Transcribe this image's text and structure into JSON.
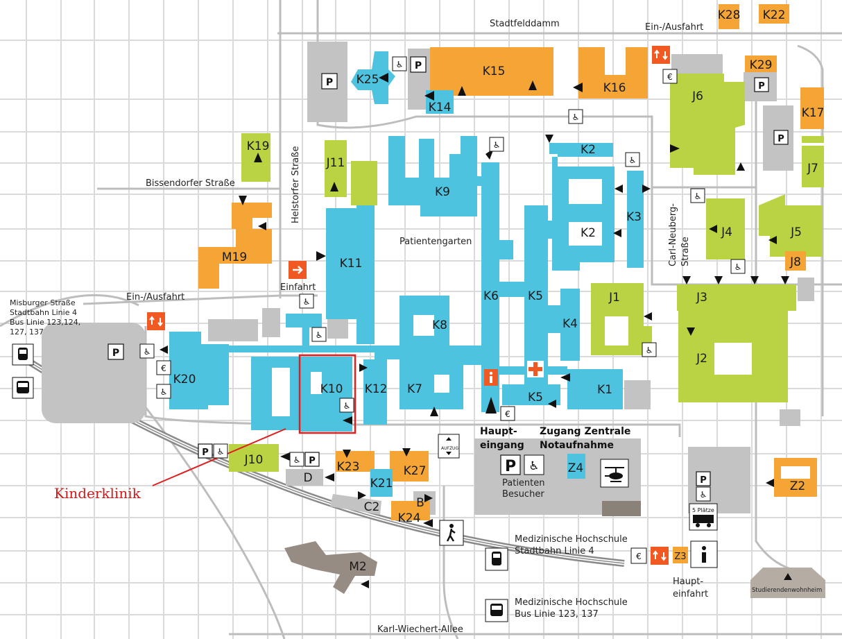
{
  "colors": {
    "clinic": "#4ec3df",
    "research": "#b9d343",
    "service": "#f4a535",
    "parking": "#c3c3c3",
    "road": "#d3d3d3",
    "grid": "#d9d9d9",
    "highlight": "#e02020",
    "marker": "#f05a22"
  },
  "icons": [
    "parking-icon",
    "accessible-parking-icon",
    "accessible-parking-paid-icon",
    "entry-exit-icon",
    "entrance-arrow-icon",
    "info-icon",
    "first-aid-cross-icon",
    "tram-icon",
    "bus-icon",
    "pedestrian-icon",
    "helipad-icon",
    "camper-icon",
    "elevator-icon"
  ],
  "streets": {
    "stadtfelddamm": "Stadtfelddamm",
    "bissendorfer": "Bissendorfer Straße",
    "helstorfer": "Helstorfer Straße",
    "carl_neuberg_1": "Carl-Neuberg-",
    "carl_neuberg_2": "Straße",
    "karl_wiechert": "Karl-Wiechert-Allee",
    "misburger_1": "Misburger Straße",
    "misburger_2": "Stadtbahn Linie 4",
    "misburger_3": "Bus Linie 123,124,",
    "misburger_4": "127, 137"
  },
  "access": {
    "ein_ausfahrt_top": "Ein-/Ausfahrt",
    "ein_ausfahrt_left": "Ein-/Ausfahrt",
    "einfahrt": "Einfahrt",
    "haupteingang_1": "Haupt-",
    "haupteingang_2": "eingang",
    "notaufnahme_1": "Zugang Zentrale",
    "notaufnahme_2": "Notaufnahme",
    "patienten_1": "Patienten",
    "patienten_2": "Besucher",
    "haupteinfahrt_1": "Haupt-",
    "haupteinfahrt_2": "einfahrt",
    "mhh_tram_1": "Medizinische Hochschule",
    "mhh_tram_2": "Stadtbahn Linie 4",
    "mhh_bus_1": "Medizinische Hochschule",
    "mhh_bus_2": "Bus Linie 123, 137",
    "patientengarten": "Patientengarten",
    "aufzug": "AUFZUG",
    "plaetze": "5 Plätze",
    "studierenden": "Studierendenwohnheim",
    "p": "P",
    "info": "i"
  },
  "highlight": {
    "label": "Kinderklinik",
    "building": "K10"
  },
  "buildings": {
    "K1": "K1",
    "K2": "K2",
    "K3": "K3",
    "K4": "K4",
    "K5": "K5",
    "K6": "K6",
    "K7": "K7",
    "K8": "K8",
    "K9": "K9",
    "K10": "K10",
    "K11": "K11",
    "K12": "K12",
    "K14": "K14",
    "K15": "K15",
    "K16": "K16",
    "K17": "K17",
    "K19": "K19",
    "K20": "K20",
    "K21": "K21",
    "K22": "K22",
    "K23": "K23",
    "K24": "K24",
    "K25": "K25",
    "K27": "K27",
    "K28": "K28",
    "K29": "K29",
    "J1": "J1",
    "J2": "J2",
    "J3": "J3",
    "J4": "J4",
    "J5": "J5",
    "J6": "J6",
    "J7": "J7",
    "J8": "J8",
    "J10": "J10",
    "J11": "J11",
    "M19": "M19",
    "M2": "M2",
    "Z2": "Z2",
    "Z3": "Z3",
    "Z4": "Z4",
    "B": "B",
    "C2": "C2",
    "D": "D"
  }
}
